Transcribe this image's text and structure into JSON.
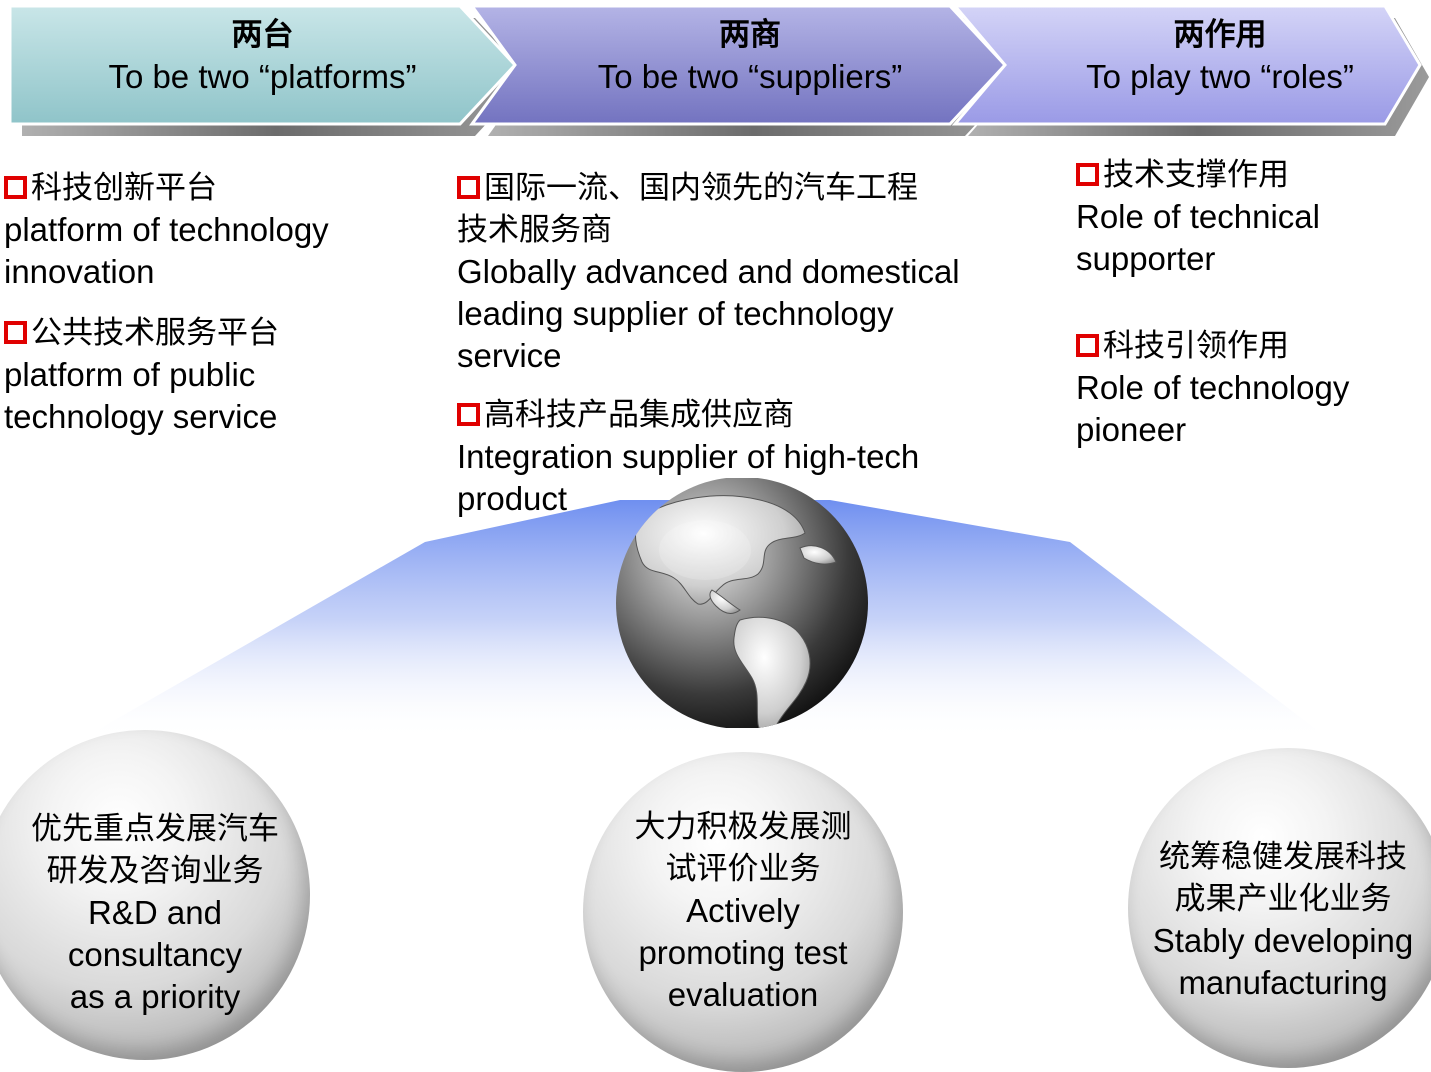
{
  "banners": [
    {
      "zh": "两台",
      "en": "To be two “platforms”"
    },
    {
      "zh": "两商",
      "en": "To be two “suppliers”"
    },
    {
      "zh": "两作用",
      "en": "To play two “roles”"
    }
  ],
  "left_column": {
    "items": [
      {
        "zh": "科技创新平台",
        "en1": "platform of technology",
        "en2": "innovation"
      },
      {
        "zh": "公共技术服务平台",
        "en1": "platform of public",
        "en2": "technology service"
      }
    ]
  },
  "middle_column": {
    "items": [
      {
        "zh1": "国际一流、国内领先的汽车工程",
        "zh2": "技术服务商",
        "en1": "Globally advanced and domestical",
        "en2": "leading supplier of technology",
        "en3": "service"
      },
      {
        "zh1": "高科技产品集成供应商",
        "en1": "Integration supplier of high-tech",
        "en2": "product"
      }
    ]
  },
  "right_column": {
    "items": [
      {
        "zh": "技术支撑作用",
        "en1": "Role of technical",
        "en2": "supporter"
      },
      {
        "zh": "科技引领作用",
        "en1": "Role of technology",
        "en2": "pioneer"
      }
    ]
  },
  "bubbles": [
    {
      "zh1": "优先重点发展汽车",
      "zh2": "研发及咨询业务",
      "en1": "R&D and",
      "en2": "consultancy",
      "en3": "as a priority"
    },
    {
      "zh1": "大力积极发展测",
      "zh2": "试评价业务",
      "en1": "Actively",
      "en2": "promoting test",
      "en3": "evaluation"
    },
    {
      "zh1": "统筹稳健发展科技",
      "zh2": "成果产业化业务",
      "en1": "Stably developing",
      "en2": "manufacturing"
    }
  ],
  "colors": {
    "bullet": "#e00000",
    "banner1": "#a9d2d6",
    "banner2": "#8f8fd0",
    "banner3": "#b3b3ee"
  },
  "icons": {
    "globe": "globe-icon",
    "bullet": "square-bullet-icon"
  }
}
